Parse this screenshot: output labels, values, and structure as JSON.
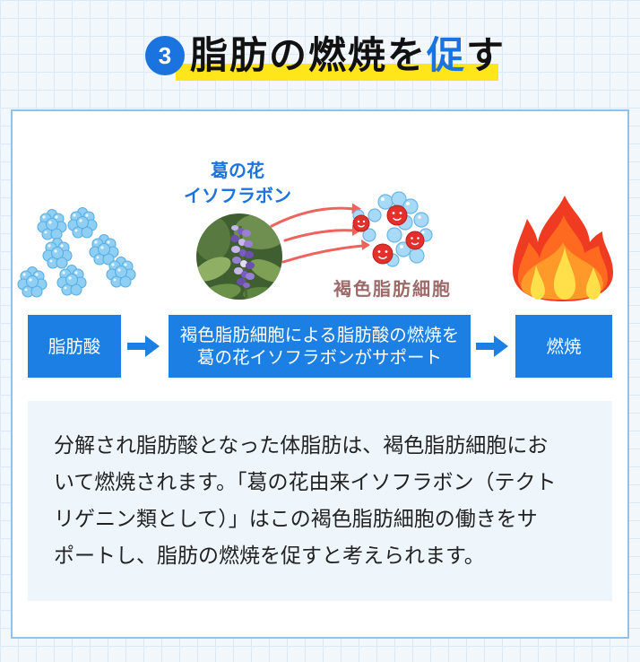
{
  "header": {
    "step_number": "3",
    "title_before": "脂肪の燃焼を",
    "title_accent": "促",
    "title_after": "す"
  },
  "illustration": {
    "ingredient_line1": "葛の花",
    "ingredient_line2": "イソフラボン",
    "cell_label": "褐色脂肪細胞",
    "icons": [
      "fatty-acid-icon",
      "kudzu-flower-image",
      "brown-fat-cell-icon",
      "fire-icon",
      "arrow-right-icon"
    ]
  },
  "flow": {
    "step1": "脂肪酸",
    "step2_line1": "褐色脂肪細胞による脂肪酸の燃焼を",
    "step2_line2": "葛の花イソフラボンがサポート",
    "step3": "燃焼"
  },
  "description": {
    "lines": [
      "分解され脂肪酸となった体脂肪は、褐色脂肪細胞にお",
      "いて燃焼されます。「葛の花由来イソフラボン（テクト",
      "リゲニン類として）」はこの褐色脂肪細胞の働きをサ",
      "ポートし、脂肪の燃焼を促すと考えられます。"
    ]
  },
  "colors": {
    "accent_blue": "#1b7fe3",
    "badge_blue": "#1b73e0",
    "highlight_yellow": "#ffe61a",
    "arrow_red": "#f0625d",
    "cell_label_brown": "#9d6a6a",
    "description_bg": "#eef6fc"
  }
}
